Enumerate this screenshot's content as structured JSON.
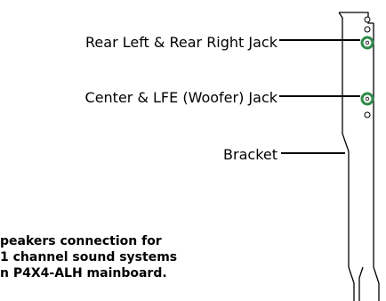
{
  "labels": {
    "rear": "Rear Left & Rear Right Jack",
    "center": "Center & LFE (Woofer) Jack",
    "bracket": "Bracket"
  },
  "caption": {
    "line1": "peakers connection for",
    "line2": "1 channel sound systems",
    "line3": "n P4X4-ALH mainboard."
  },
  "colors": {
    "jack_ring": "#2e8b4a",
    "line": "#000000"
  }
}
